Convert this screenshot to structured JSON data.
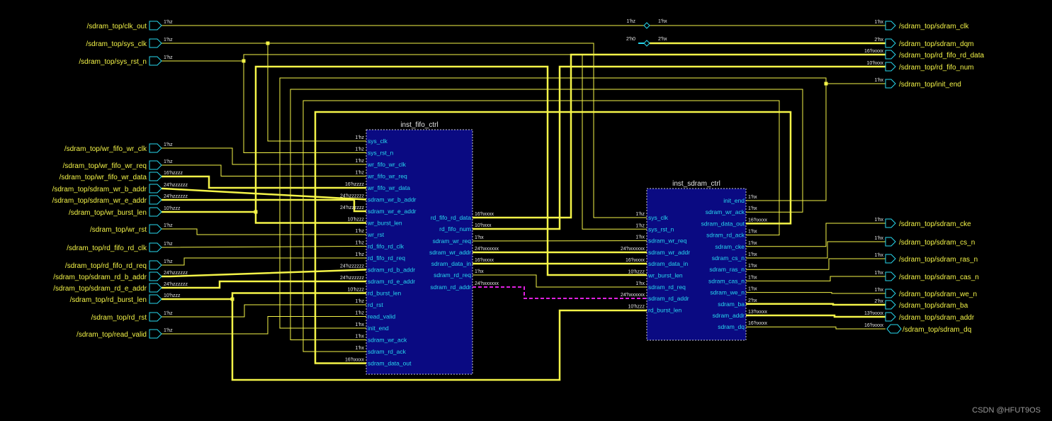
{
  "watermark": "CSDN @HFUT9OS",
  "fifo": {
    "title": "inst_fifo_ctrl",
    "in_pins": [
      {
        "name": "sys_clk",
        "val": "1'hz"
      },
      {
        "name": "sys_rst_n",
        "val": "1'hz"
      },
      {
        "name": "wr_fifo_wr_clk",
        "val": "1'hz"
      },
      {
        "name": "wr_fifo_wr_req",
        "val": "1'hz"
      },
      {
        "name": "wr_fifo_wr_data",
        "val": "16'hzzzz"
      },
      {
        "name": "sdram_wr_b_addr",
        "val": "24'hzzzzzz"
      },
      {
        "name": "sdram_wr_e_addr",
        "val": "24'hzzzzzz"
      },
      {
        "name": "wr_burst_len",
        "val": "10'hzzz"
      },
      {
        "name": "wr_rst",
        "val": "1'hz"
      },
      {
        "name": "rd_fifo_rd_clk",
        "val": "1'hz"
      },
      {
        "name": "rd_fifo_rd_req",
        "val": "1'hz"
      },
      {
        "name": "sdram_rd_b_addr",
        "val": "24'hzzzzzz"
      },
      {
        "name": "sdram_rd_e_addr",
        "val": "24'hzzzzzz"
      },
      {
        "name": "rd_burst_len",
        "val": "10'hzzz"
      },
      {
        "name": "rd_rst",
        "val": "1'hz"
      },
      {
        "name": "read_valid",
        "val": "1'hz"
      },
      {
        "name": "init_end",
        "val": "1'hx"
      },
      {
        "name": "sdram_wr_ack",
        "val": "1'hx"
      },
      {
        "name": "sdram_rd_ack",
        "val": "1'hx"
      },
      {
        "name": "sdram_data_out",
        "val": "16'hxxxx"
      }
    ],
    "out_pins": [
      {
        "name": "rd_fifo_rd_data",
        "val": "16'hxxxx"
      },
      {
        "name": "rd_fifo_num",
        "val": "10'hxxx"
      },
      {
        "name": "sdram_wr_req",
        "val": "1'hx"
      },
      {
        "name": "sdram_wr_addr",
        "val": "24'hxxxxxx"
      },
      {
        "name": "sdram_data_in",
        "val": "16'hxxxx"
      },
      {
        "name": "sdram_rd_req",
        "val": "1'hx"
      },
      {
        "name": "sdram_rd_addr",
        "val": "24'hxxxxxx"
      }
    ]
  },
  "sdram": {
    "title": "inst_sdram_ctrl",
    "in_pins": [
      {
        "name": "sys_clk",
        "val": "1'hz"
      },
      {
        "name": "sys_rst_n",
        "val": "1'hz"
      },
      {
        "name": "sdram_wr_req",
        "val": "1'hx"
      },
      {
        "name": "sdram_wr_addr",
        "val": "24'hxxxxxx"
      },
      {
        "name": "sdram_data_in",
        "val": "16'hxxxx"
      },
      {
        "name": "wr_burst_len",
        "val": "10'hzzz"
      },
      {
        "name": "sdram_rd_req",
        "val": "1'hx"
      },
      {
        "name": "sdram_rd_addr",
        "val": "24'hxxxxxx"
      },
      {
        "name": "rd_burst_len",
        "val": "10'hzzz"
      }
    ],
    "out_pins": [
      {
        "name": "init_end",
        "val": "1'hx"
      },
      {
        "name": "sdram_wr_ack",
        "val": "1'hx"
      },
      {
        "name": "sdram_data_out",
        "val": "16'hxxxx"
      },
      {
        "name": "sdram_rd_ack",
        "val": "1'hx"
      },
      {
        "name": "sdram_cke",
        "val": "1'hx"
      },
      {
        "name": "sdram_cs_n",
        "val": "1'hx"
      },
      {
        "name": "sdram_ras_n",
        "val": "1'hx"
      },
      {
        "name": "sdram_cas_n",
        "val": "1'hx"
      },
      {
        "name": "sdram_we_n",
        "val": "1'hx"
      },
      {
        "name": "sdram_ba",
        "val": "2'hx"
      },
      {
        "name": "sdram_addr",
        "val": "13'hxxxx"
      },
      {
        "name": "sdram_dq",
        "val": "16'hxxxx"
      }
    ]
  },
  "inputs": [
    {
      "name": "/sdram_top/clk_out",
      "val": "1'hz"
    },
    {
      "name": "/sdram_top/sys_clk",
      "val": "1'hz"
    },
    {
      "name": "/sdram_top/sys_rst_n",
      "val": "1'hz"
    },
    {
      "name": "/sdram_top/wr_fifo_wr_clk",
      "val": "1'hz"
    },
    {
      "name": "/sdram_top/wr_fifo_wr_req",
      "val": "1'hz"
    },
    {
      "name": "/sdram_top/wr_fifo_wr_data",
      "val": "16'hzzzz"
    },
    {
      "name": "/sdram_top/sdram_wr_b_addr",
      "val": "24'hzzzzzz"
    },
    {
      "name": "/sdram_top/sdram_wr_e_addr",
      "val": "24'hzzzzzz"
    },
    {
      "name": "/sdram_top/wr_burst_len",
      "val": "10'hzzz"
    },
    {
      "name": "/sdram_top/wr_rst",
      "val": "1'hz"
    },
    {
      "name": "/sdram_top/rd_fifo_rd_clk",
      "val": "1'hz"
    },
    {
      "name": "/sdram_top/rd_fifo_rd_req",
      "val": "1'hz"
    },
    {
      "name": "/sdram_top/sdram_rd_b_addr",
      "val": "24'hzzzzzz"
    },
    {
      "name": "/sdram_top/sdram_rd_e_addr",
      "val": "24'hzzzzzz"
    },
    {
      "name": "/sdram_top/rd_burst_len",
      "val": "10'hzzz"
    },
    {
      "name": "/sdram_top/rd_rst",
      "val": "1'hz"
    },
    {
      "name": "/sdram_top/read_valid",
      "val": "1'hz"
    }
  ],
  "outputs": [
    {
      "name": "/sdram_top/sdram_clk",
      "val": "1'hx"
    },
    {
      "name": "/sdram_top/sdram_dqm",
      "val": "2'hx"
    },
    {
      "name": "/sdram_top/rd_fifo_rd_data",
      "val": "16'hxxxx"
    },
    {
      "name": "/sdram_top/rd_fifo_num",
      "val": "10'hxxx"
    },
    {
      "name": "/sdram_top/init_end",
      "val": "1'hx"
    },
    {
      "name": "/sdram_top/sdram_cke",
      "val": "1'hx"
    },
    {
      "name": "/sdram_top/sdram_cs_n",
      "val": "1'hx"
    },
    {
      "name": "/sdram_top/sdram_ras_n",
      "val": "1'hx"
    },
    {
      "name": "/sdram_top/sdram_cas_n",
      "val": "1'hx"
    },
    {
      "name": "/sdram_top/sdram_we_n",
      "val": "1'hx"
    },
    {
      "name": "/sdram_top/sdram_ba",
      "val": "2'hx"
    },
    {
      "name": "/sdram_top/sdram_addr",
      "val": "13'hxxxx"
    },
    {
      "name": "/sdram_top/sdram_dq",
      "val": "16'hxxxx"
    }
  ],
  "assigns": [
    {
      "in": "1'hz",
      "out": "1'hx"
    },
    {
      "in": "2'h0",
      "out": "2'hx"
    }
  ],
  "colors": {
    "wire": "#f4f448",
    "bus": "#f4f448",
    "port": "#27d8ee",
    "block": "#0a0a82",
    "dashed": "#e020e0",
    "text": "#e6e6e6"
  }
}
